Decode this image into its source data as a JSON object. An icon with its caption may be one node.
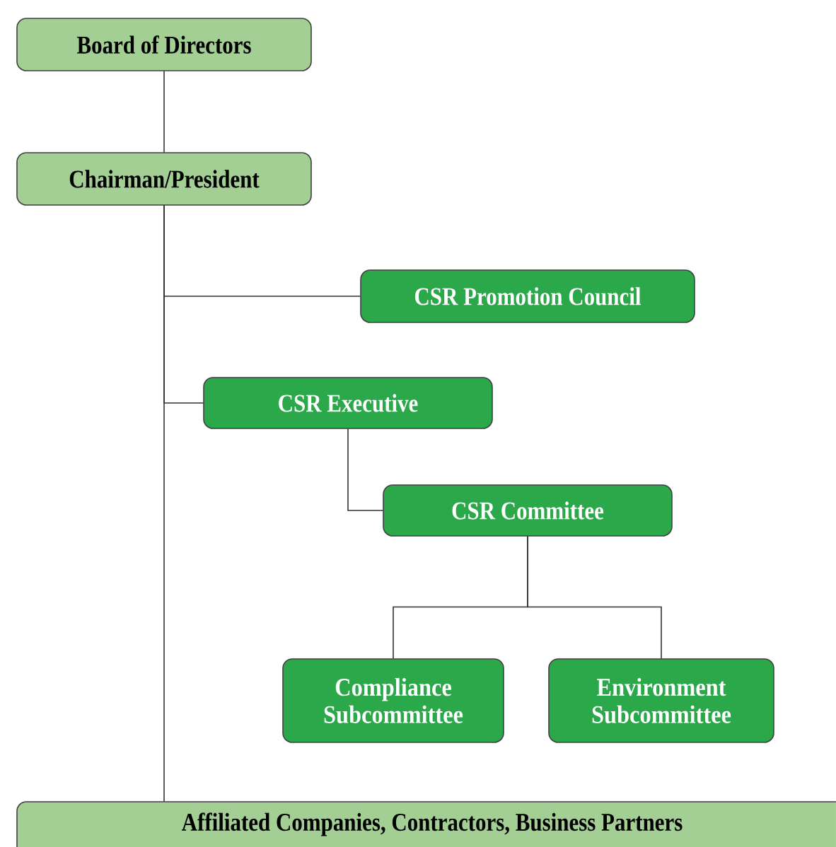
{
  "diagram": {
    "nodes": [
      {
        "text": [
          "Board of Directors"
        ]
      },
      {
        "text": [
          "Chairman/President"
        ]
      },
      {
        "text": [
          "CSR Promotion Council"
        ]
      },
      {
        "text": [
          "CSR Executive"
        ]
      },
      {
        "text": [
          "CSR Committee"
        ]
      },
      {
        "text": [
          "Compliance Subcommittee"
        ]
      },
      {
        "text": [
          "Environment Subcommittee"
        ]
      },
      {
        "text": [
          "Affiliated Companies, Contractors, Business Partners"
        ]
      }
    ],
    "edges": [
      {
        "from": 0,
        "to": 1,
        "arrow": "none"
      },
      {
        "from": 1,
        "to": 2,
        "arrow": "none"
      },
      {
        "from": 1,
        "to": 3,
        "arrow": "none"
      },
      {
        "from": 1,
        "to": 7,
        "arrow": "none"
      },
      {
        "from": 3,
        "to": 4,
        "arrow": "none"
      },
      {
        "from": 4,
        "to": 5,
        "arrow": "none"
      },
      {
        "from": 4,
        "to": 6,
        "arrow": "none"
      }
    ]
  }
}
